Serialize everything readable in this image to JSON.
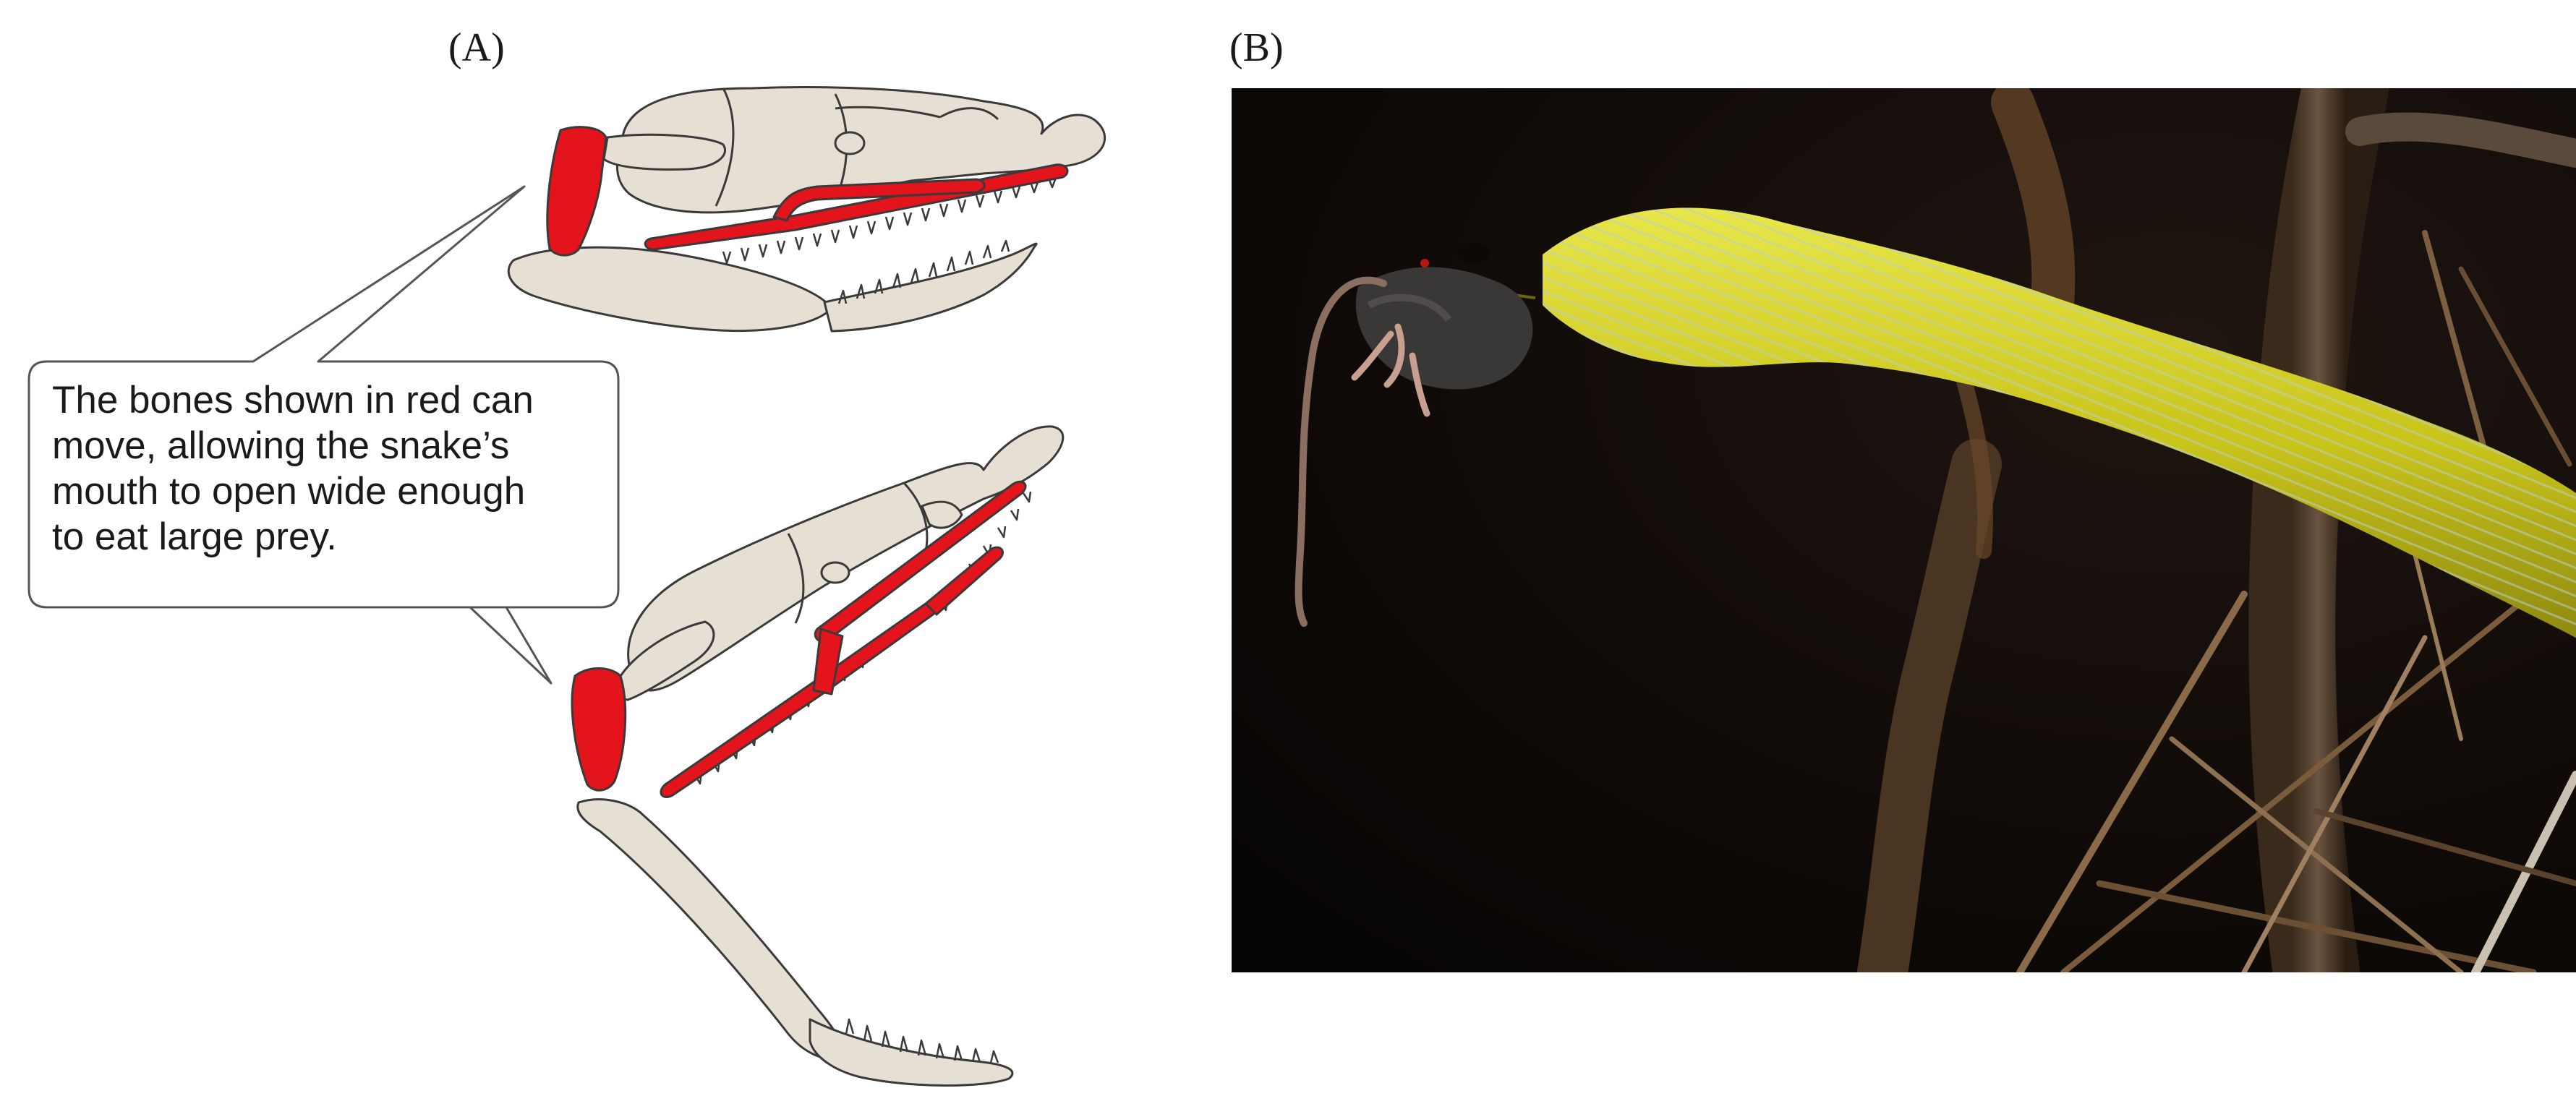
{
  "panels": {
    "a": {
      "label": "(A)"
    },
    "b": {
      "label": "(B)"
    }
  },
  "callout": {
    "lines": [
      "The bones shown in red can",
      "move, allowing the snake’s",
      "mouth to open wide enough",
      "to eat large prey."
    ]
  },
  "colors": {
    "movable_bone": "#e3141b",
    "fixed_bone": "#e6e0d4",
    "outline": "#3a3a3a",
    "photo_background": "#0d0907",
    "snake": "#d2cf1c"
  },
  "icons": {
    "skull_closed": "snake-skull-closed-jaw",
    "skull_open": "snake-skull-open-jaw",
    "photo": "snake-eating-mouse-photo"
  }
}
